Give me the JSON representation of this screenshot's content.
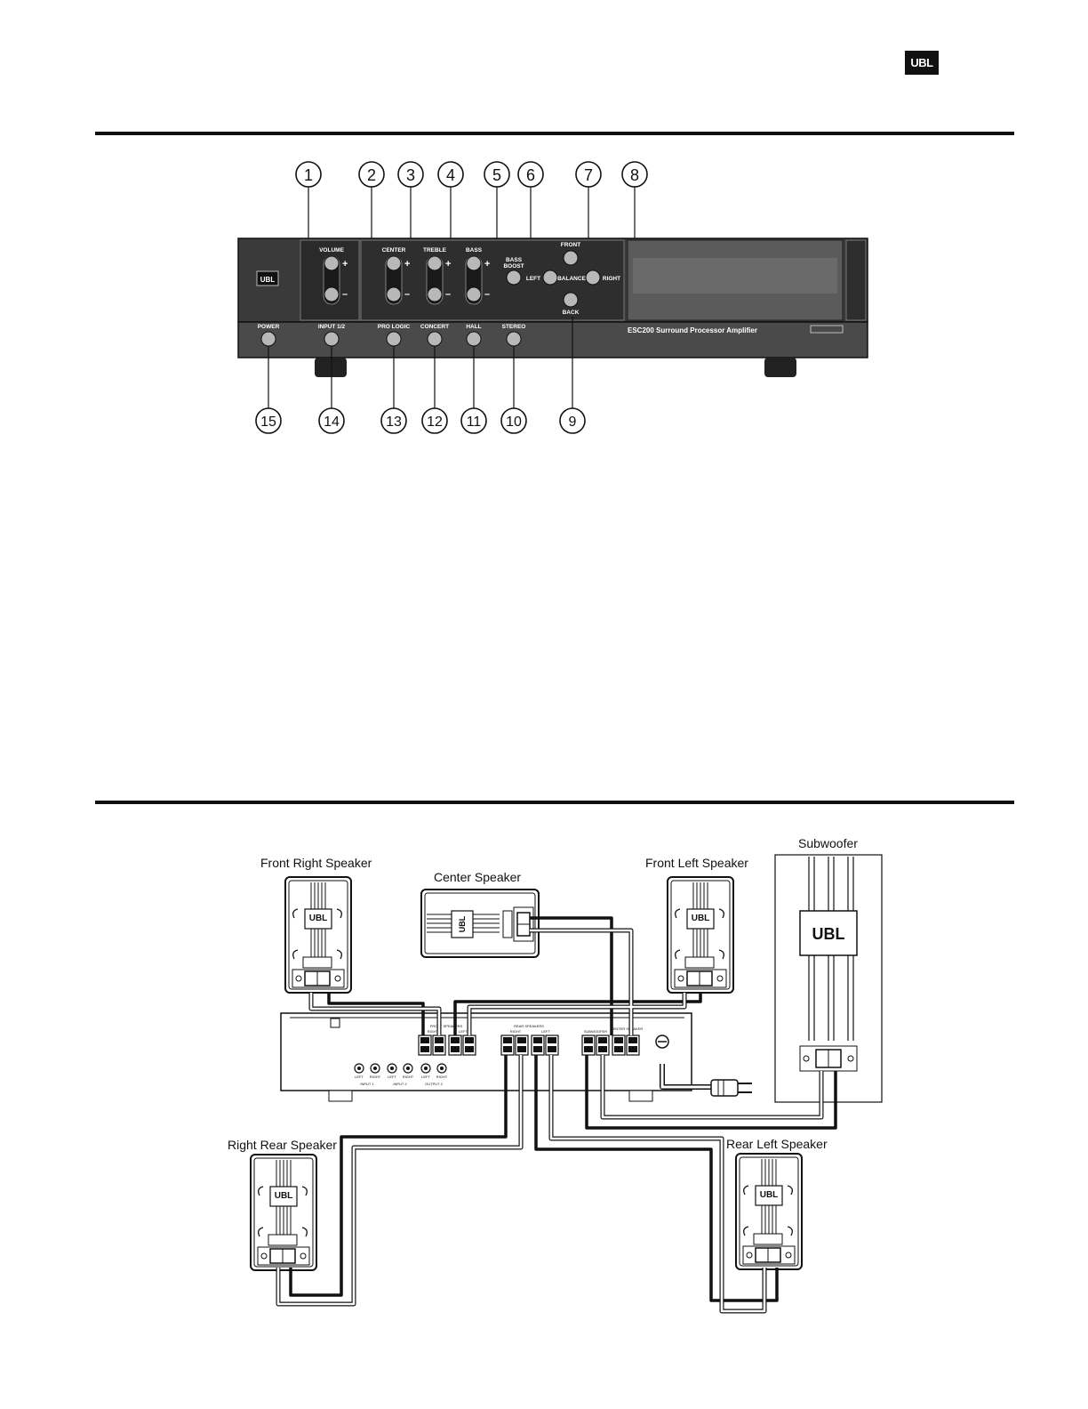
{
  "header": {
    "logo_text": "UBL"
  },
  "front_panel": {
    "callouts_top": [
      "1",
      "2",
      "3",
      "4",
      "5",
      "6",
      "7",
      "8"
    ],
    "callouts_bottom": [
      "15",
      "14",
      "13",
      "12",
      "11",
      "10",
      "9"
    ],
    "badge_text": "UBL",
    "labels": {
      "volume": "VOLUME",
      "center": "CENTER",
      "treble": "TREBLE",
      "bass": "BASS",
      "bass_boost_1": "BASS",
      "bass_boost_2": "BOOST",
      "left": "LEFT",
      "front": "FRONT",
      "balance": "BALANCE",
      "right": "RIGHT",
      "back": "BACK",
      "power": "POWER",
      "input": "INPUT 1/2",
      "pro_logic": "PRO LOGIC",
      "concert": "CONCERT",
      "hall": "HALL",
      "stereo": "STEREO",
      "model": "ESC200 Surround Processor Amplifier",
      "plus": "+",
      "minus": "–"
    }
  },
  "wiring": {
    "speakers": {
      "front_right": "Front Right Speaker",
      "center": "Center Speaker",
      "front_left": "Front Left Speaker",
      "subwoofer": "Subwoofer",
      "right_rear": "Right Rear Speaker",
      "rear_left": "Rear Left Speaker"
    },
    "badge_text": "UBL",
    "rear_labels": {
      "front_speakers": "FRONT SPEAKERS",
      "right": "RIGHT",
      "left": "LEFT",
      "rear_speakers": "REAR SPEAKERS",
      "rear_right": "RIGHT",
      "rear_left": "LEFT",
      "subwoofer": "SUBWOOFER",
      "center_speaker": "CENTER SPEAKER",
      "input1": "INPUT 1",
      "input2": "INPUT 2",
      "output2": "OUTPUT 2",
      "jack_left": "LEFT",
      "jack_right": "RIGHT"
    }
  }
}
